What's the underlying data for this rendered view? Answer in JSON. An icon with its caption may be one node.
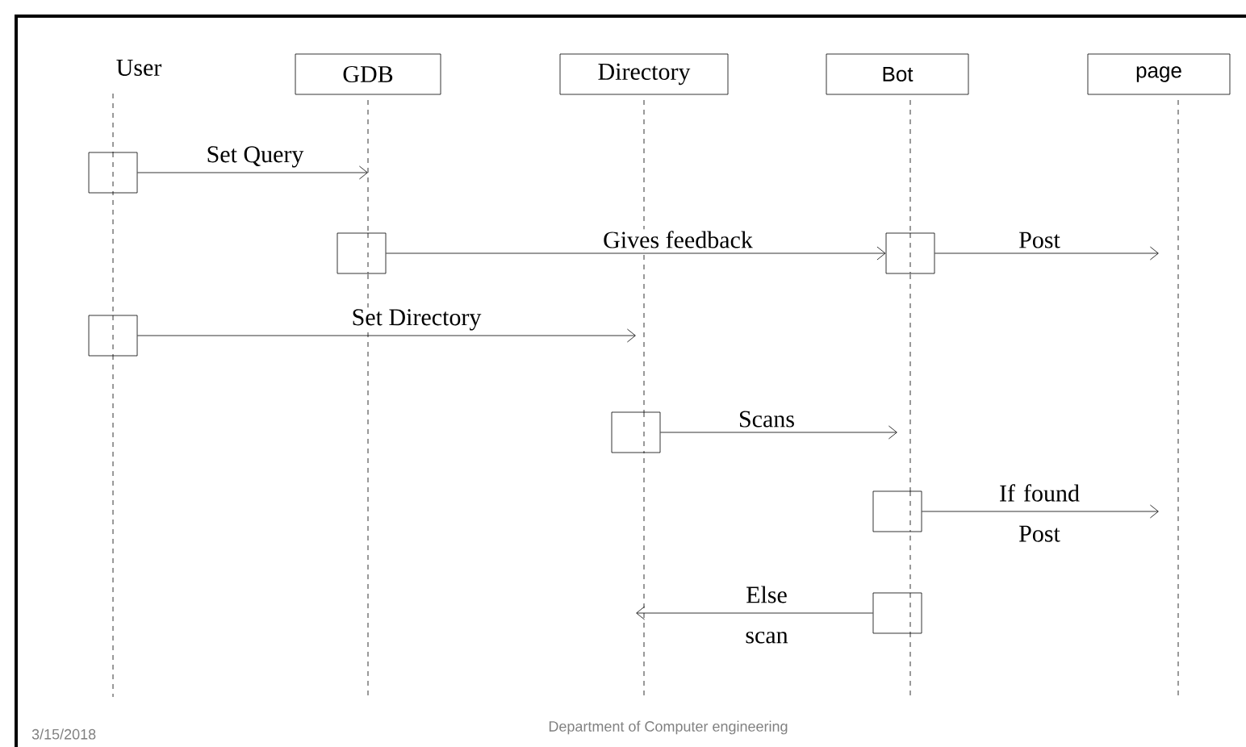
{
  "diagram": {
    "nodes": [
      {
        "text": [
          "User"
        ]
      },
      {
        "text": [
          "GDB"
        ]
      },
      {
        "text": [
          "Directory"
        ]
      },
      {
        "text": [
          "Bot"
        ]
      },
      {
        "text": [
          "page"
        ]
      },
      {
        "text": [],
        "shape": "box"
      },
      {
        "text": [],
        "shape": "box"
      },
      {
        "text": [],
        "shape": "box"
      },
      {
        "text": [],
        "shape": "box"
      },
      {
        "text": [],
        "shape": "box"
      },
      {
        "text": [],
        "shape": "box"
      },
      {
        "text": [],
        "shape": "box"
      }
    ],
    "edges": [
      {
        "from": 5,
        "to": null,
        "arrow": "to",
        "label": "Set Query"
      },
      {
        "from": 6,
        "to": 7,
        "arrow": "to",
        "label": "Gives feedback"
      },
      {
        "from": 7,
        "to": null,
        "arrow": "to",
        "label": "Post"
      },
      {
        "from": 8,
        "to": null,
        "arrow": "to",
        "label": "Set Directory"
      },
      {
        "from": 9,
        "to": null,
        "arrow": "to",
        "label": "Scans"
      },
      {
        "from": 10,
        "to": null,
        "arrow": "to",
        "label": "If found Post"
      },
      {
        "from": 11,
        "to": null,
        "arrow": "to",
        "label": "Else scan"
      }
    ],
    "labels": [
      "3/15/2018",
      "Department of Computer engineering"
    ]
  }
}
